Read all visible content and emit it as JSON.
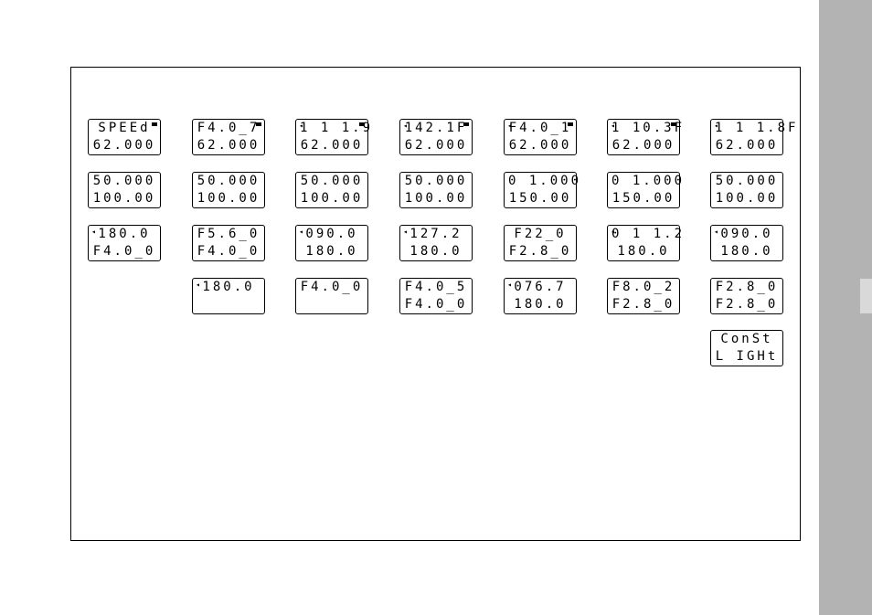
{
  "side_tab": {
    "color": "#b3b3b3"
  },
  "displays": {
    "speed": {
      "top": "SPEEd",
      "bottom": "62.000",
      "arrow": false,
      "flag": true
    },
    "f40_7": {
      "top": "F4.0_7",
      "bottom": "62.000",
      "arrow": false,
      "flag": true
    },
    "t1119": {
      "top": "1 1 1.9",
      "bottom": "62.000",
      "arrow": true,
      "flag": true
    },
    "t1421f": {
      "top": "142.1F",
      "bottom": "62.000",
      "arrow": true,
      "flag": true
    },
    "f40_1": {
      "top": "F4.0_1",
      "bottom": "62.000",
      "arrow": true,
      "flag": true
    },
    "t1103f": {
      "top": "1 10.3F",
      "bottom": "62.000",
      "arrow": true,
      "flag": true
    },
    "t1118f": {
      "top": "1 1 1.8F",
      "bottom": "62.000",
      "arrow": true,
      "flag": false
    },
    "r2c1": {
      "top": "50.000",
      "bottom": "100.00"
    },
    "r2c2": {
      "top": "50.000",
      "bottom": "100.00"
    },
    "r2c3": {
      "top": "50.000",
      "bottom": "100.00"
    },
    "r2c4": {
      "top": "50.000",
      "bottom": "100.00"
    },
    "r2c5": {
      "top": "0 1.000",
      "bottom": "150.00"
    },
    "r2c6": {
      "top": "0 1.000",
      "bottom": "150.00"
    },
    "r2c7": {
      "top": "50.000",
      "bottom": "100.00"
    },
    "r3c1": {
      "top": "180.0",
      "bottom": "F4.0_0",
      "arrow": true
    },
    "r3c2": {
      "top": "F5.6_0",
      "bottom": "F4.0_0",
      "arrow": false
    },
    "r3c3": {
      "top": "090.0",
      "bottom": "180.0",
      "arrow": true
    },
    "r3c4": {
      "top": "127.2",
      "bottom": "180.0",
      "arrow": true
    },
    "r3c5": {
      "top": "F22_0",
      "bottom": "F2.8_0",
      "arrow": false
    },
    "r3c6": {
      "top": "0 1 1.2",
      "bottom": "180.0",
      "arrow": true
    },
    "r3c7": {
      "top": "090.0",
      "bottom": "180.0",
      "arrow": true
    },
    "r4c2": {
      "top": "180.0",
      "bottom": "",
      "arrow": true
    },
    "r4c3": {
      "top": "F4.0_0",
      "bottom": "",
      "arrow": false
    },
    "r4c4": {
      "top": "F4.0_5",
      "bottom": "F4.0_0",
      "arrow": false
    },
    "r4c5": {
      "top": "076.7",
      "bottom": "180.0",
      "arrow": true
    },
    "r4c6": {
      "top": "F8.0_2",
      "bottom": "F2.8_0",
      "arrow": false
    },
    "r4c7": {
      "top": "F2.8_0",
      "bottom": "F2.8_0",
      "arrow": false
    },
    "r5c7": {
      "top": "ConSt",
      "bottom": "L IGHt",
      "arrow": false
    }
  },
  "arrow_glyph": "◂"
}
